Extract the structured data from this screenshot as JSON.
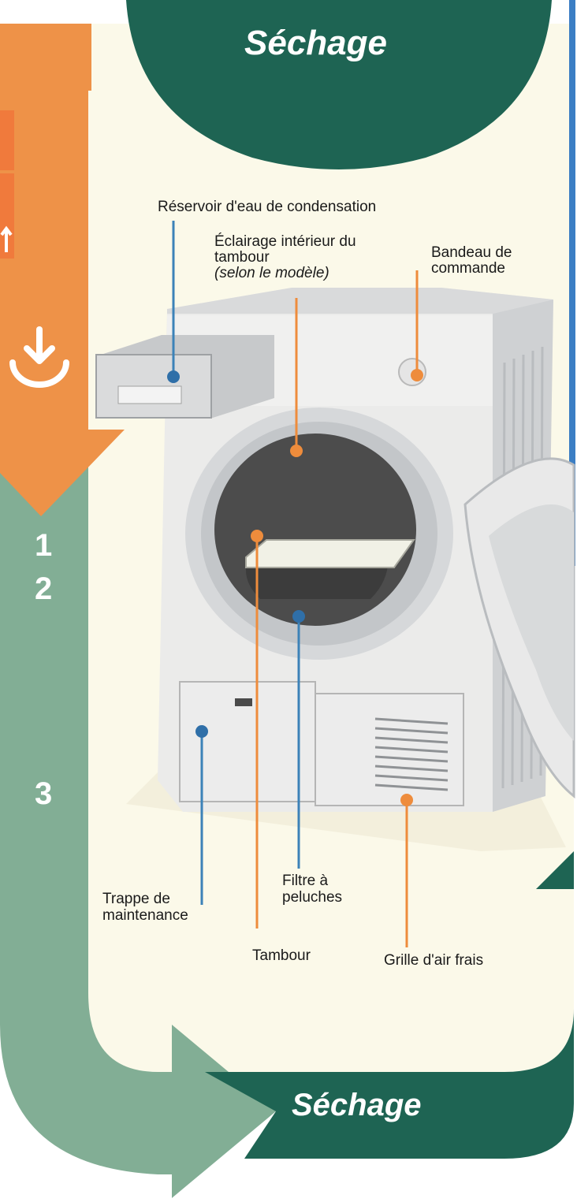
{
  "header": {
    "title": "Séchage"
  },
  "footer": {
    "title": "Séchage"
  },
  "steps": [
    "1",
    "2",
    "3"
  ],
  "labels": {
    "water_tank": "Réservoir d'eau de condensation",
    "light_line1": "Éclairage intérieur du",
    "light_line2": "tambour",
    "light_note": "(selon le modèle)",
    "panel_line1": "Bandeau de",
    "panel_line2": "commande",
    "hatch_line1": "Trappe de",
    "hatch_line2": "maintenance",
    "filter_line1": "Filtre à",
    "filter_line2": "peluches",
    "drum": "Tambour",
    "grille": "Grille d'air frais"
  },
  "colors": {
    "orange": "#ee9248",
    "dark_green": "#1e6453",
    "sage": "#82ae95",
    "cream": "#fbf9e9",
    "blue_line": "#3c82b8",
    "orange_dot": "#ee8c3c",
    "blue_dot": "#2f6fa8"
  },
  "icons": [
    "download-icon",
    "up-arrow-icon",
    "blue-side-bar"
  ]
}
